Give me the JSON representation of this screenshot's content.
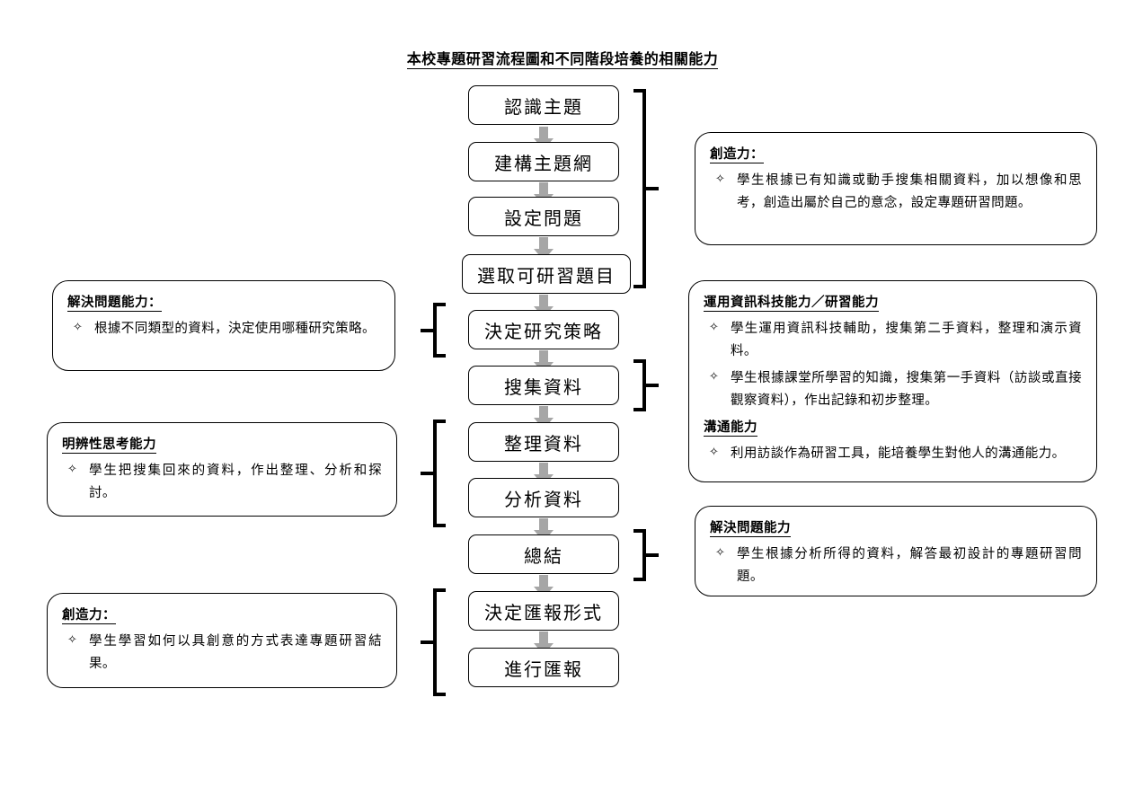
{
  "title": "本校專題研習流程圖和不同階段培養的相關能力",
  "flow": {
    "steps": [
      {
        "label": "認識主題"
      },
      {
        "label": "建構主題網"
      },
      {
        "label": "設定問題"
      },
      {
        "label": "選取可研習題目"
      },
      {
        "label": "決定研究策略"
      },
      {
        "label": "搜集資料"
      },
      {
        "label": "整理資料"
      },
      {
        "label": "分析資料"
      },
      {
        "label": "總結"
      },
      {
        "label": "決定匯報形式"
      },
      {
        "label": "進行匯報"
      }
    ]
  },
  "notes": {
    "left": [
      {
        "heading": "解決問題能力：",
        "bullets": [
          {
            "mark": "✧",
            "text": "根據不同類型的資料，決定使用哪種研究策略。"
          }
        ]
      },
      {
        "heading": "明辨性思考能力",
        "bullets": [
          {
            "mark": "✧",
            "text": "學生把搜集回來的資料，作出整理、分析和探討。"
          }
        ]
      },
      {
        "heading": "創造力：",
        "bullets": [
          {
            "mark": "✧",
            "text": "學生學習如何以具創意的方式表達專題研習結果。"
          }
        ]
      }
    ],
    "right": [
      {
        "heading": "創造力：",
        "bullets": [
          {
            "mark": "✧",
            "text": "學生根據已有知識或動手搜集相關資料，加以想像和思考，創造出屬於自己的意念，設定專題研習問題。"
          }
        ]
      },
      {
        "heading": "運用資訊科技能力／研習能力",
        "bullets": [
          {
            "mark": "✧",
            "text": "學生運用資訊科技輔助，搜集第二手資料，整理和演示資料。"
          },
          {
            "mark": "✧",
            "text": "學生根據課堂所學習的知識，搜集第一手資料（訪談或直接觀察資料），作出記錄和初步整理。"
          }
        ],
        "heading2": "溝通能力",
        "bullets2": [
          {
            "mark": "✧",
            "text": "利用訪談作為研習工具，能培養學生對他人的溝通能力。"
          }
        ]
      },
      {
        "heading": "解決問題能力",
        "bullets": [
          {
            "mark": "✧",
            "text": "學生根據分析所得的資料，解答最初設計的專題研習問題。"
          }
        ]
      }
    ]
  },
  "colors": {
    "arrow": "#a6a6a6",
    "line": "#000000",
    "background": "#ffffff"
  }
}
